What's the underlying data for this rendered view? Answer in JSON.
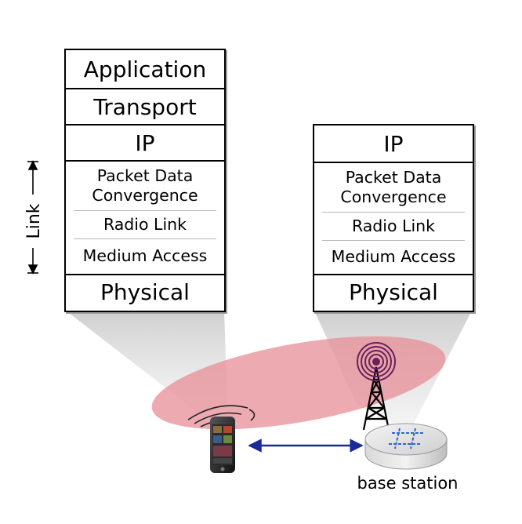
{
  "left_stack": {
    "layers": {
      "application": "Application",
      "transport": "Transport",
      "ip": "IP",
      "pdc_line1": "Packet Data",
      "pdc_line2": "Convergence",
      "radio_link": "Radio Link",
      "medium_access": "Medium Access",
      "physical": "Physical"
    }
  },
  "right_stack": {
    "layers": {
      "ip": "IP",
      "pdc_line1": "Packet Data",
      "pdc_line2": "Convergence",
      "radio_link": "Radio Link",
      "medium_access": "Medium Access",
      "physical": "Physical"
    }
  },
  "link_bracket_label": "Link",
  "base_station_label": "base station",
  "colors": {
    "radio_ellipse": "#e78f97",
    "arrow": "#1a2a9a",
    "tower_waves": "#6a1f5a",
    "base_station_marks": "#3366cc"
  },
  "icons": [
    "phone-icon",
    "radio-wave-icon",
    "cell-tower-icon",
    "base-station-icon",
    "double-arrow-icon"
  ]
}
